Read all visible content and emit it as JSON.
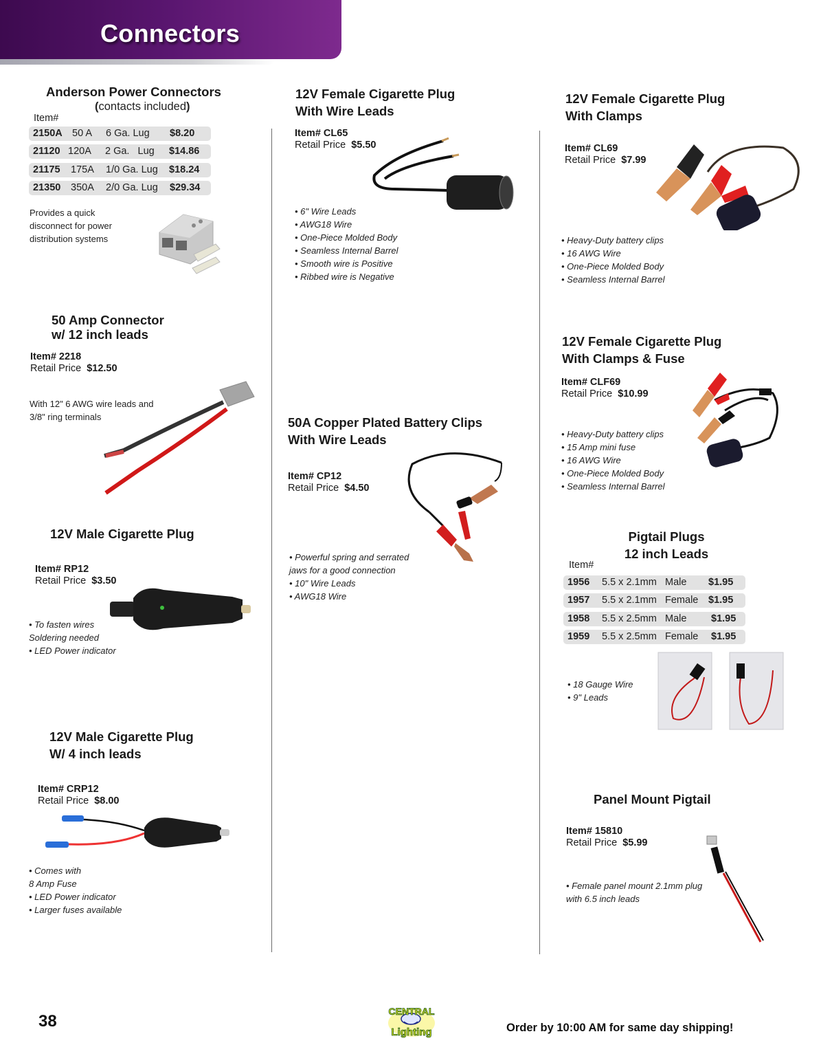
{
  "header": {
    "title": "Connectors",
    "colors": {
      "banner_start": "#3d0a4f",
      "banner_end": "#7e2a8e"
    }
  },
  "anderson": {
    "title": "Anderson Power Connectors",
    "subtitle_paren_open": "(",
    "subtitle_text": "contacts included",
    "subtitle_paren_close": ")",
    "item_header": "Item#",
    "rows": [
      {
        "item": "2150A",
        "amps": "50 A",
        "gauge": "6 Ga.  Lug",
        "price": "$8.20"
      },
      {
        "item": "21120",
        "amps": "120A",
        "gauge": "2 Ga.   Lug",
        "price": "$14.86"
      },
      {
        "item": "21175",
        "amps": "175A",
        "gauge": "1/0 Ga. Lug",
        "price": "$18.24"
      },
      {
        "item": "21350",
        "amps": "350A",
        "gauge": "2/0 Ga. Lug",
        "price": "$29.34"
      }
    ],
    "description": [
      "Provides a quick",
      "disconnect for power",
      "distribution systems"
    ],
    "image": "anderson-connector-image"
  },
  "connector_50a": {
    "title_lines": [
      "50 Amp Connector",
      "w/ 12 inch leads"
    ],
    "item": "Item# 2218",
    "price_label": "Retail Price",
    "price": "$12.50",
    "description": [
      "With 12\" 6 AWG wire leads and",
      "3/8\" ring terminals"
    ]
  },
  "male_plug": {
    "title": "12V Male Cigarette Plug",
    "item": "Item# RP12",
    "price_label": "Retail Price",
    "price": "$3.50",
    "bullets": [
      "• To fasten wires",
      "Soldering needed",
      "• LED Power indicator"
    ]
  },
  "male_plug_leads": {
    "title_lines": [
      "12V Male Cigarette Plug",
      "W/ 4 inch leads"
    ],
    "item": "Item# CRP12",
    "price_label": "Retail Price",
    "price": "$8.00",
    "bullets": [
      "• Comes with",
      "8 Amp Fuse",
      "• LED Power indicator",
      "• Larger fuses available"
    ]
  },
  "female_wire": {
    "title_lines": [
      "12V Female Cigarette Plug",
      "With Wire Leads"
    ],
    "item": "Item# CL65",
    "price_label": "Retail Price",
    "price": "$5.50",
    "bullets": [
      "• 6\" Wire Leads",
      "• AWG18 Wire",
      "• One-Piece Molded Body",
      "• Seamless Internal Barrel",
      "• Smooth wire is Positive",
      "• Ribbed wire is Negative"
    ]
  },
  "battery_clips": {
    "title_lines": [
      "50A Copper Plated Battery Clips",
      "With Wire Leads"
    ],
    "item": "Item# CP12",
    "price_label": "Retail Price",
    "price": "$4.50",
    "bullets": [
      "• Powerful spring and serrated",
      "jaws for a good connection",
      "• 10\" Wire Leads",
      "• AWG18 Wire"
    ]
  },
  "female_clamps": {
    "title_lines": [
      "12V Female Cigarette Plug",
      "With Clamps"
    ],
    "item": "Item# CL69",
    "price_label": "Retail Price",
    "price": "$7.99",
    "bullets": [
      "• Heavy-Duty battery clips",
      "• 16 AWG Wire",
      "• One-Piece Molded Body",
      "• Seamless Internal Barrel"
    ]
  },
  "female_clamps_fuse": {
    "title_lines": [
      "12V Female Cigarette Plug",
      "With Clamps & Fuse"
    ],
    "item": "Item# CLF69",
    "price_label": "Retail Price",
    "price": "$10.99",
    "bullets": [
      "• Heavy-Duty battery clips",
      "• 15 Amp mini fuse",
      "• 16 AWG Wire",
      "• One-Piece Molded Body",
      "• Seamless Internal Barrel"
    ]
  },
  "pigtail": {
    "title_lines": [
      "Pigtail Plugs",
      "12 inch Leads"
    ],
    "item_header": "Item#",
    "rows": [
      {
        "item": "1956",
        "size": "5.5 x 2.1mm",
        "gender": "Male",
        "price": "$1.95"
      },
      {
        "item": "1957",
        "size": "5.5 x 2.1mm",
        "gender": "Female",
        "price": "$1.95"
      },
      {
        "item": "1958",
        "size": "5.5 x 2.5mm",
        "gender": "Male",
        "price": "$1.95"
      },
      {
        "item": "1959",
        "size": "5.5 x 2.5mm",
        "gender": "Female",
        "price": "$1.95"
      }
    ],
    "bullets": [
      "•  18 Gauge Wire",
      "•  9\" Leads"
    ]
  },
  "panel_mount": {
    "title": "Panel Mount Pigtail",
    "item": "Item# 15810",
    "price_label": "Retail Price",
    "price": "$5.99",
    "bullets": [
      "• Female panel mount 2.1mm plug",
      "with 6.5 inch leads"
    ]
  },
  "footer": {
    "page_number": "38",
    "logo_top": "CENTRAL",
    "logo_bottom": "Lighting",
    "note": "Order by 10:00 AM for same day shipping!"
  }
}
